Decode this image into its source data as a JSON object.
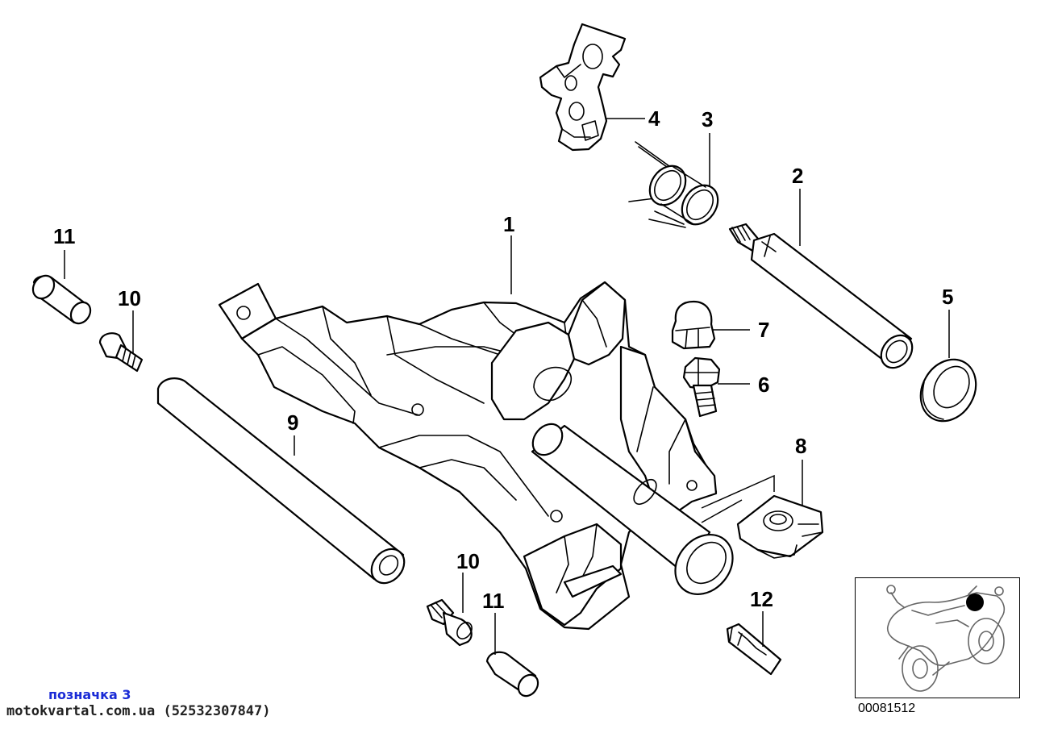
{
  "callouts": {
    "c1": "1",
    "c2": "2",
    "c3": "3",
    "c4": "4",
    "c5": "5",
    "c6": "6",
    "c7": "7",
    "c8": "8",
    "c9": "9",
    "c10a": "10",
    "c10b": "10",
    "c11a": "11",
    "c11b": "11",
    "c12": "12"
  },
  "footer": {
    "tag": "позначка 3",
    "site": "motokvartal.com.ua (52532307847)",
    "ref_number": "00081512"
  },
  "colors": {
    "ink": "#000000",
    "tag_blue": "#1a2bd6",
    "background": "#ffffff"
  }
}
